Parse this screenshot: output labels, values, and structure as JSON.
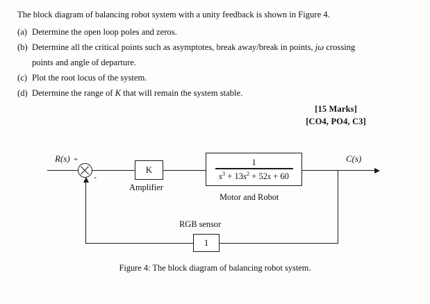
{
  "document": {
    "intro": "The block diagram of balancing robot system with a unity feedback is shown in Figure 4.",
    "questions": [
      {
        "label": "(a)",
        "text": "Determine the open loop poles and zeros.",
        "continuation": ""
      },
      {
        "label": "(b)",
        "text_before_italic": "Determine all the critical points such as asymptotes, break away/break in points, ",
        "italic": "jω",
        "text_after_italic": " crossing",
        "continuation": "points and angle of departure."
      },
      {
        "label": "(c)",
        "text": "Plot the root locus of the system.",
        "continuation": ""
      },
      {
        "label": "(d)",
        "text_before_italic": "Determine the range of ",
        "italic": "K",
        "text_after_italic": " that will remain the system stable.",
        "continuation": ""
      }
    ],
    "marks": {
      "line1": "[15 Marks]",
      "line2": "[CO4, PO4, C3]"
    },
    "caption": "Figure 4: The block diagram of balancing robot system."
  },
  "diagram": {
    "input_label": "R(s)",
    "output_label": "C(s)",
    "summing_junction": {
      "plus_sign": "+",
      "minus_sign": "-"
    },
    "amplifier_block": {
      "value": "K",
      "caption": "Amplifier"
    },
    "plant_block": {
      "numerator": "1",
      "denominator_s3": "s",
      "denominator_s3_exp": "3",
      "denominator_mid": " + 13",
      "denominator_s2": "s",
      "denominator_s2_exp": "2",
      "denominator_tail": " + 52",
      "denominator_s1": "s",
      "denominator_const": " + 60",
      "caption": "Motor and Robot",
      "transfer_function": "1 / (s^3 + 13s^2 + 52s + 60)"
    },
    "feedback_block": {
      "value": "1",
      "caption": "RGB sensor"
    },
    "colors": {
      "ink": "#1a1a1a",
      "paper": "#fdfdfc"
    }
  }
}
